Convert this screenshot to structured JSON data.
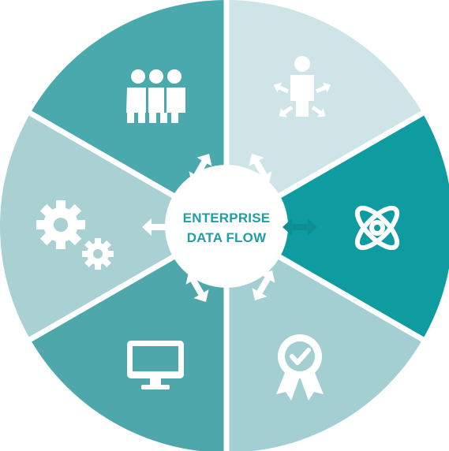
{
  "center": {
    "line1": "ENTERPRISE",
    "line2": "DATA FLOW"
  },
  "colors": {
    "background": "#ffffff",
    "center_fill": "#ffffff",
    "center_text": "#1f9ea3",
    "separator": "#ffffff"
  },
  "segments": [
    {
      "name": "segment-people",
      "icon": "people-group-icon",
      "color": "#49a9ad",
      "active": false
    },
    {
      "name": "segment-user-distribution",
      "icon": "user-arrows-icon",
      "color": "#cfe4e6",
      "active": false
    },
    {
      "name": "segment-data-science",
      "icon": "atom-eye-icon",
      "color": "#0e9ca0",
      "active": true
    },
    {
      "name": "segment-quality",
      "icon": "award-badge-icon",
      "color": "#a4cfd2",
      "active": false
    },
    {
      "name": "segment-computer",
      "icon": "monitor-icon",
      "color": "#4ea7ab",
      "active": false
    },
    {
      "name": "segment-settings",
      "icon": "gears-icon",
      "color": "#a9d0d2",
      "active": false
    }
  ]
}
